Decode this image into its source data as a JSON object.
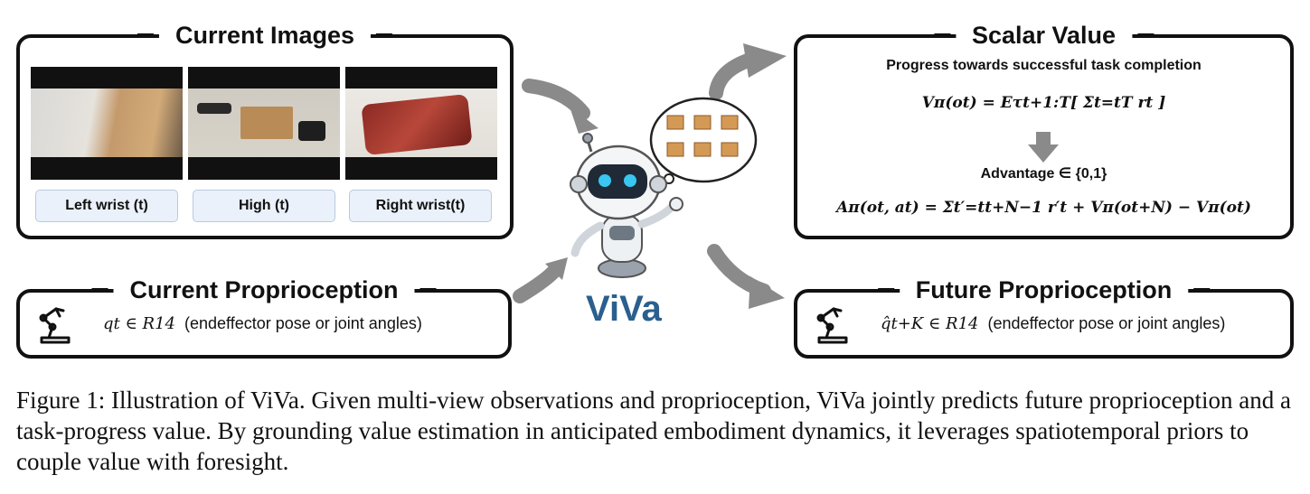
{
  "images_panel": {
    "title": "Current Images",
    "cameras": [
      {
        "label": "Left wrist (t)"
      },
      {
        "label": "High (t)"
      },
      {
        "label": "Right wrist(t)"
      }
    ]
  },
  "scalar_panel": {
    "title": "Scalar Value",
    "subtitle": "Progress towards successful task completion",
    "value_formula": "Vπ(ot) = Eτt+1:T[ Σt=tT rt ]",
    "advantage_label": "Advantage ∈ {0,1}",
    "advantage_formula": "Aπ(ot, at) = Σt′=tt+N−1 r′t + Vπ(ot+N) − Vπ(ot)"
  },
  "current_prop": {
    "title": "Current Proprioception",
    "symbol": "qt ∈ R14",
    "desc": "(endeffector pose or joint angles)"
  },
  "future_prop": {
    "title": "Future Proprioception",
    "symbol": "q̂t+K ∈ R14",
    "desc": "(endeffector pose or joint angles)"
  },
  "model_name": "ViVa",
  "caption": {
    "label": "Figure 1:",
    "text": "Illustration of ViVa. Given multi-view observations and proprioception, ViVa jointly predicts future proprioception and a task-progress value. By grounding value estimation in anticipated embodiment dynamics, it leverages spatiotemporal priors to couple value with foresight."
  },
  "colors": {
    "arrow": "#8a8a8a",
    "brand": "#2a5f8e",
    "label_bg": "#eaf1fa"
  },
  "icons": [
    "robot-arm-icon",
    "robot-mascot-icon",
    "box-sequence-icon"
  ]
}
